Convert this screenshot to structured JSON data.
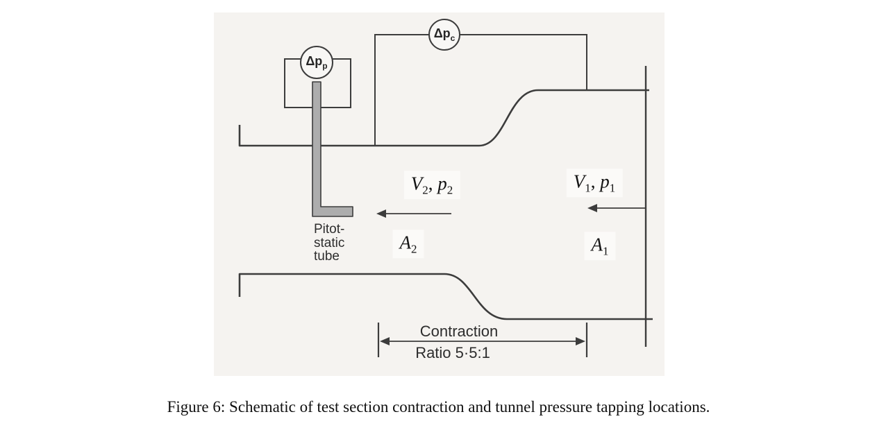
{
  "figure": {
    "caption": "Figure 6: Schematic of test section contraction and tunnel pressure tapping locations."
  },
  "diagram": {
    "gauges": {
      "pitot": {
        "base": "Δp",
        "sub": "p"
      },
      "contraction": {
        "base": "Δp",
        "sub": "c"
      }
    },
    "flow_labels": {
      "comma": ", ",
      "v2": {
        "var1": "V",
        "sub1": "2",
        "var2": "p",
        "sub2": "2"
      },
      "v1": {
        "var1": "V",
        "sub1": "1",
        "var2": "p",
        "sub2": "1"
      },
      "a2": {
        "var": "A",
        "sub": "2"
      },
      "a1": {
        "var": "A",
        "sub": "1"
      }
    },
    "pitot_tube_label": {
      "line1": "Pitot-",
      "line2": "static",
      "line3": "tube"
    },
    "contraction_annotation": {
      "line1": "Contraction",
      "line2": "Ratio 5·5:1"
    }
  },
  "colors": {
    "scan_background": "#f5f3f0",
    "line": "#3c3c3c",
    "label_patch": "#fbfaf8",
    "tube_fill": "#adadad"
  }
}
